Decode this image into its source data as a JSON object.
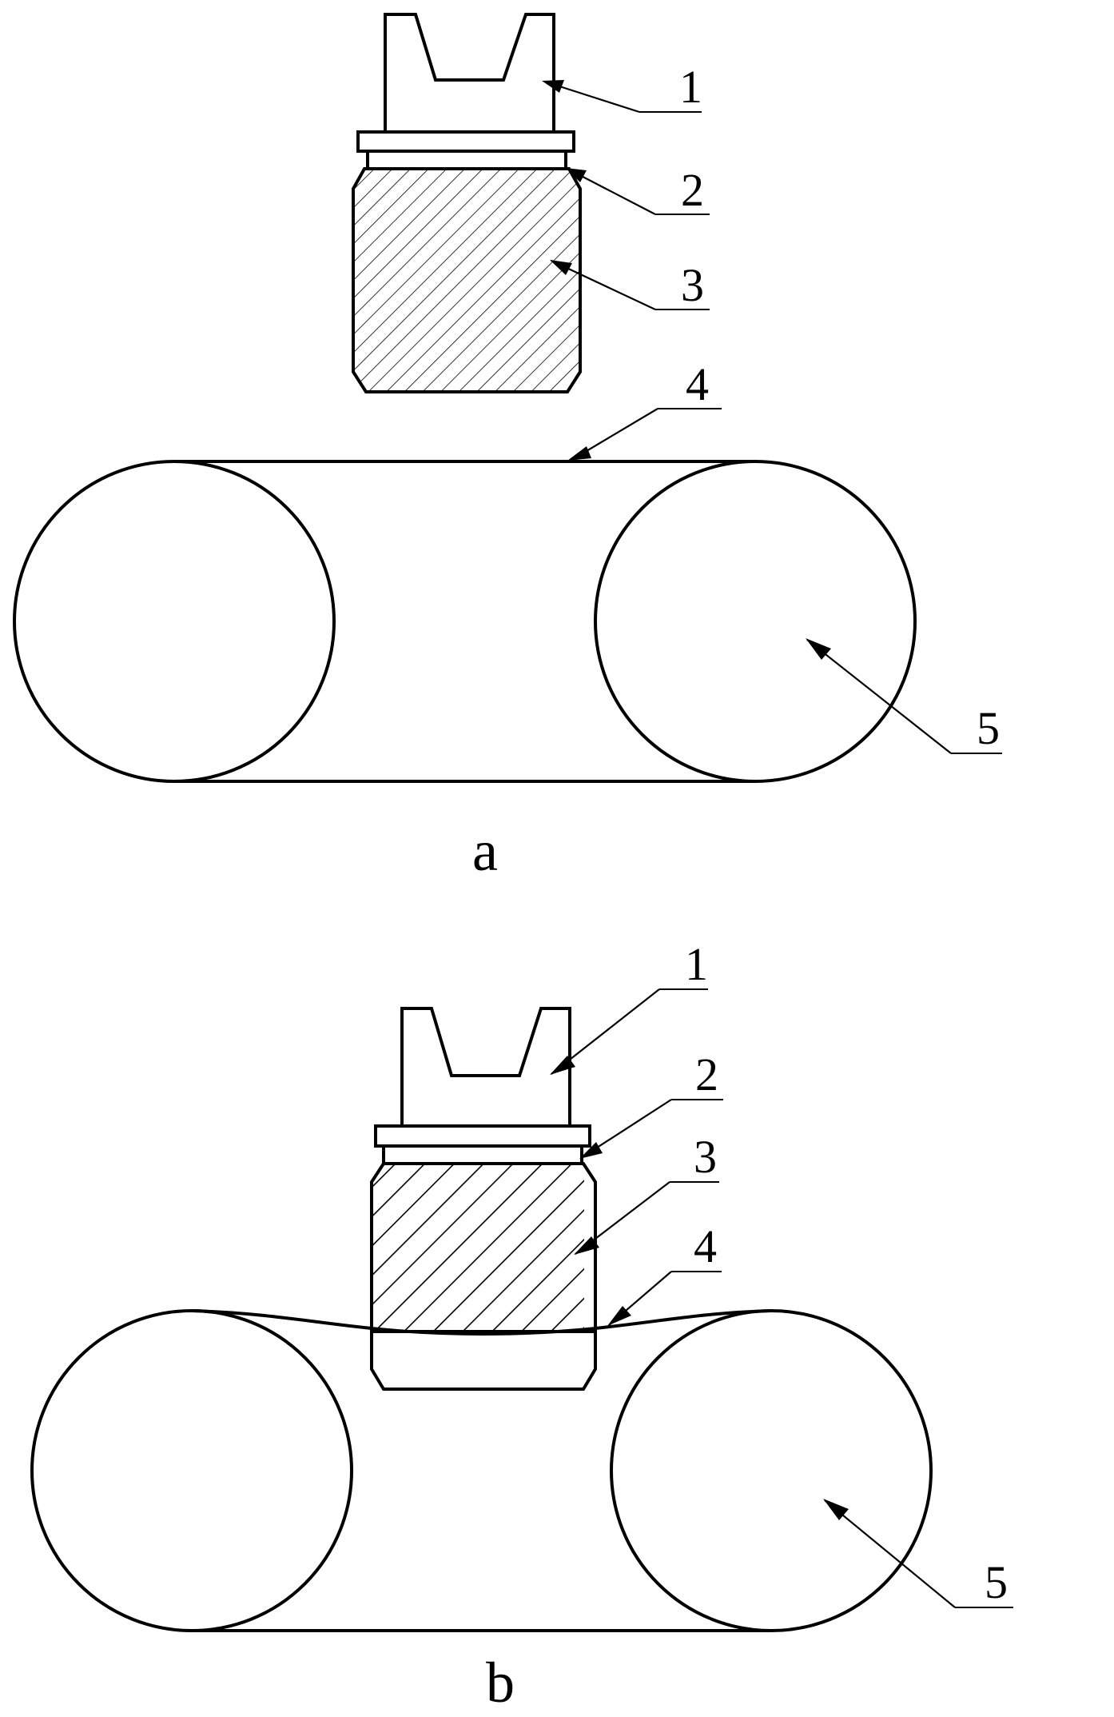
{
  "figure_a": {
    "caption": "a",
    "labels": [
      "1",
      "2",
      "3",
      "4",
      "5"
    ]
  },
  "figure_b": {
    "caption": "b",
    "labels": [
      "1",
      "2",
      "3",
      "4",
      "5"
    ]
  },
  "colors": {
    "line": "#000000",
    "background": "#ffffff"
  }
}
